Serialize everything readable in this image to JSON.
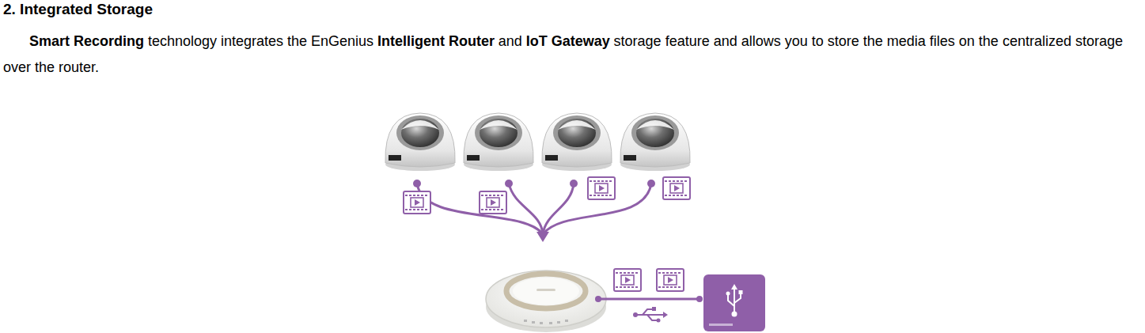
{
  "diagram": {
    "title": "2. Integrated Storage",
    "labels": [
      "Smart Recording",
      "technology integrates the EnGenius",
      "Intelligent Router",
      "and",
      "IoT Gateway",
      "storage feature and allows you to store the media files on the centralized storage over the router."
    ]
  }
}
